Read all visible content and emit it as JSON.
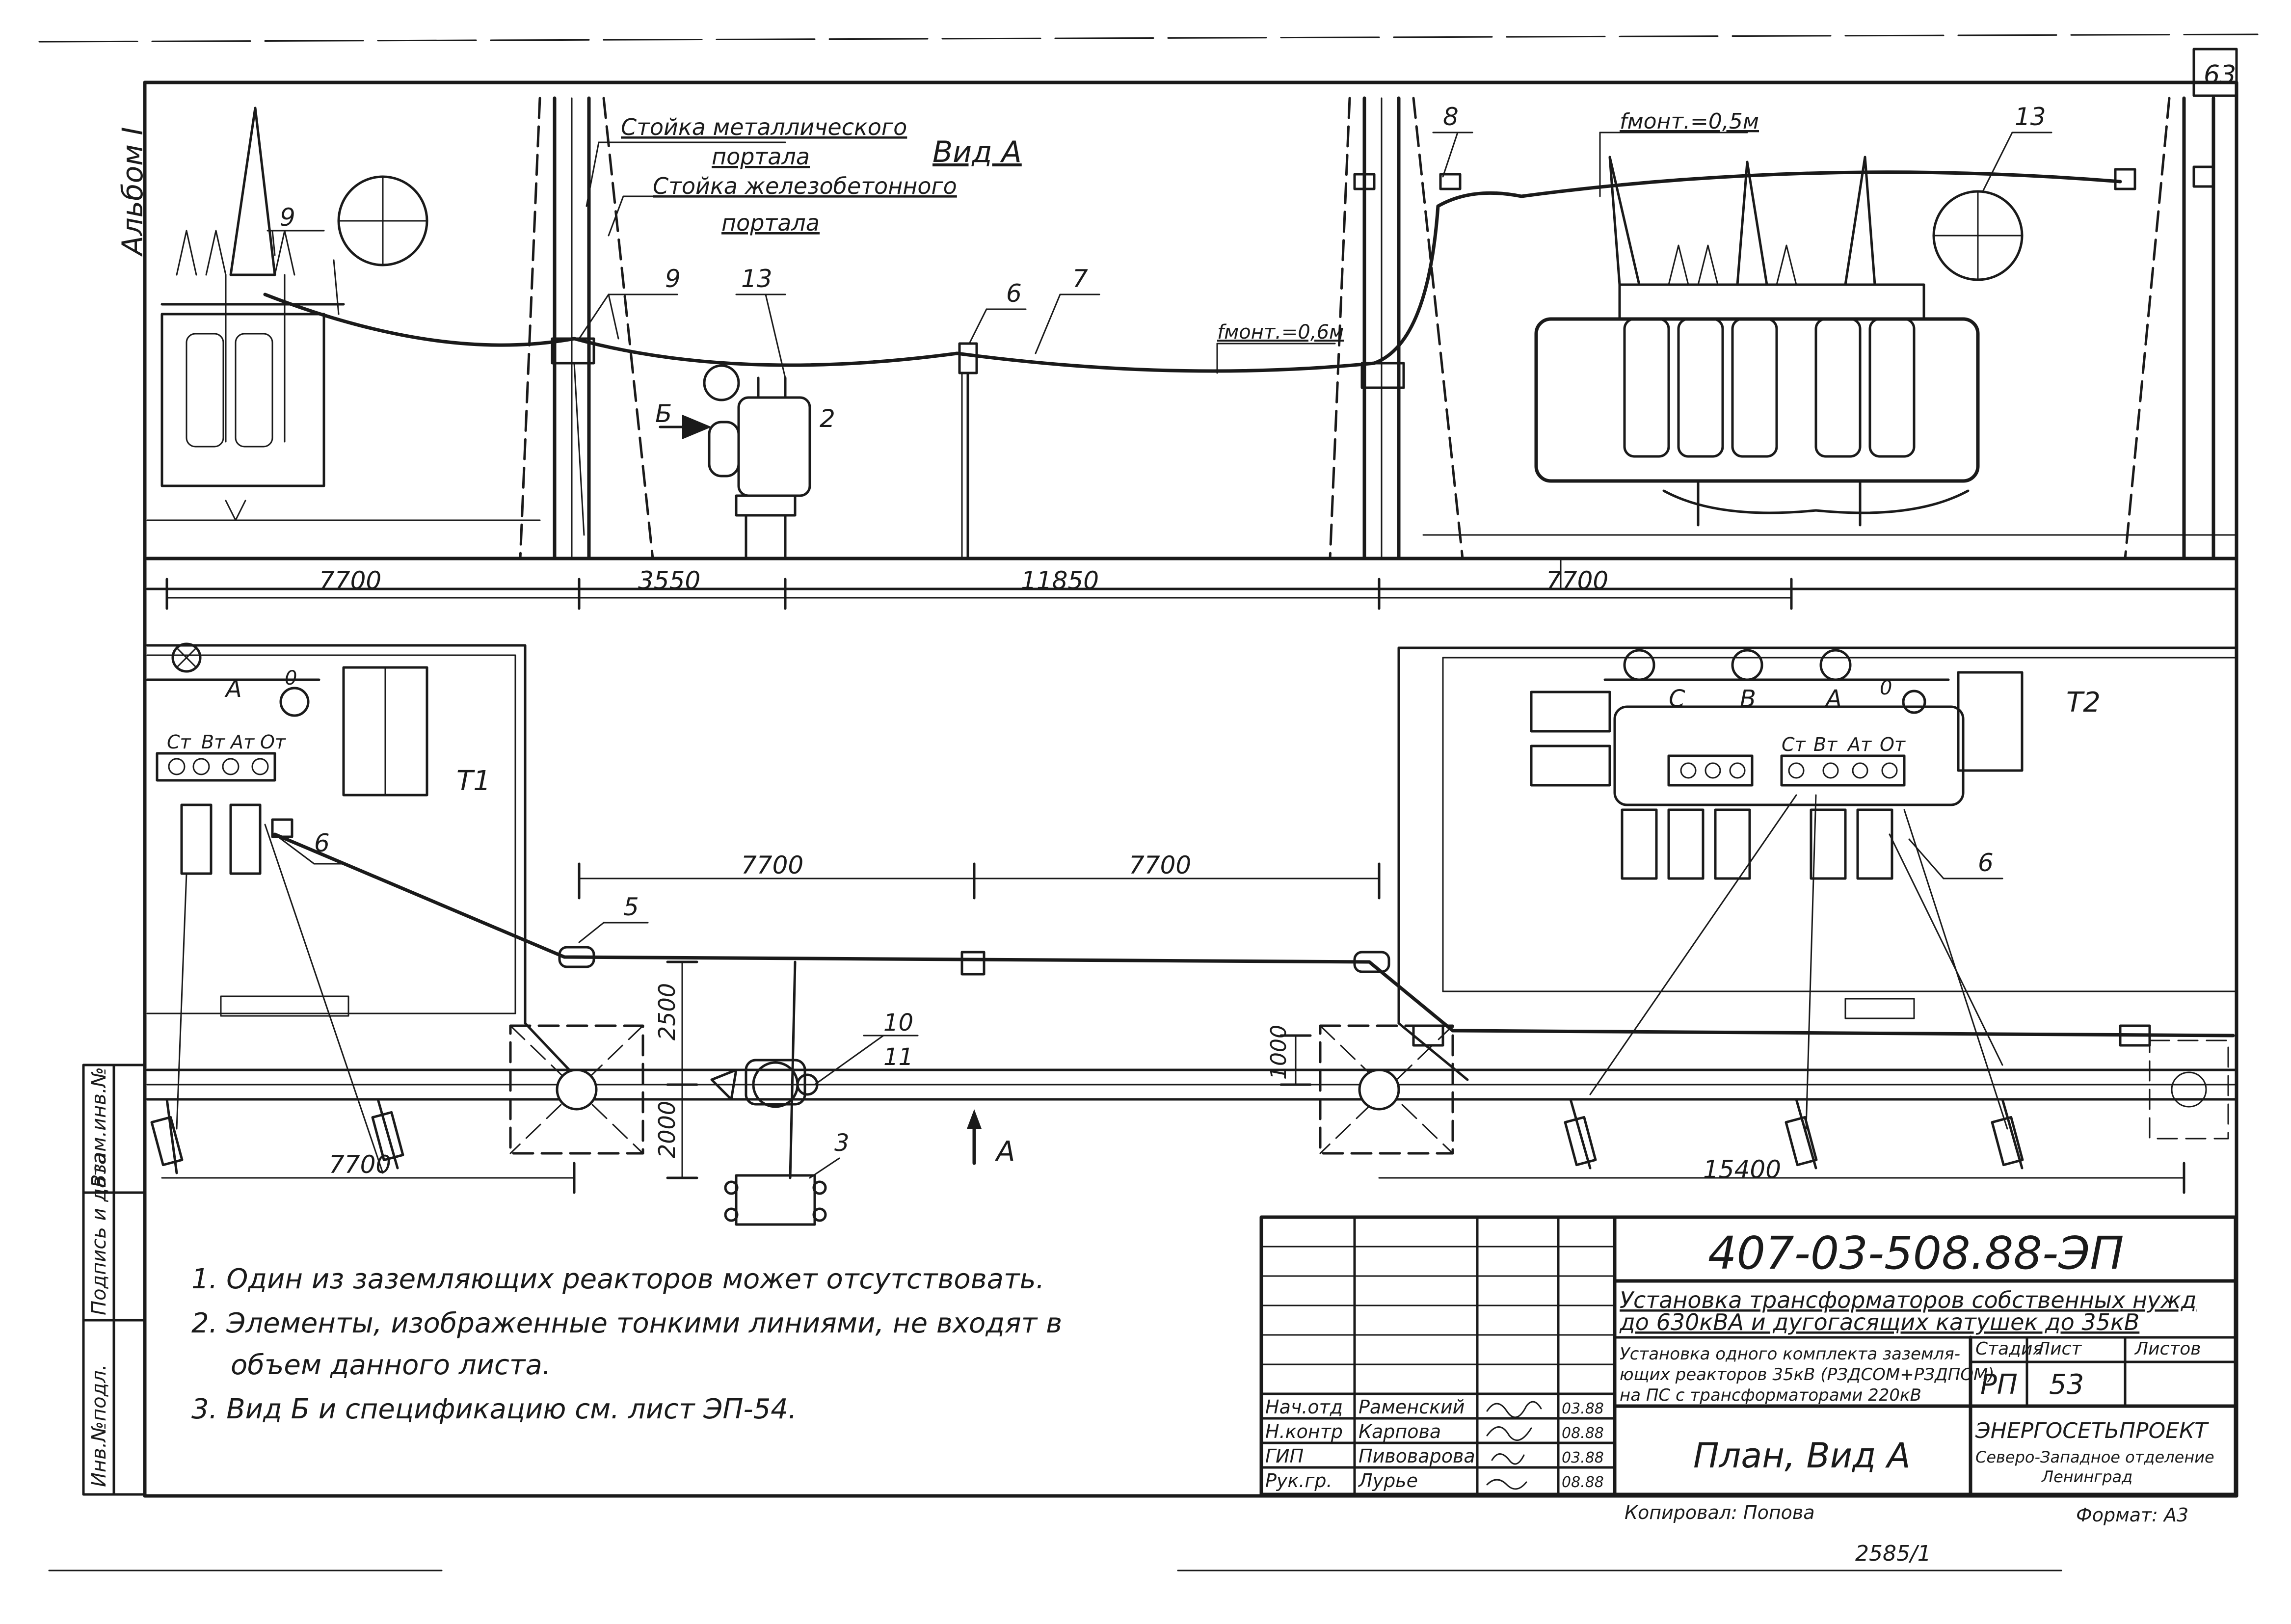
{
  "sheet_number": "63",
  "album_label": "Альбом I",
  "view_a": {
    "title": "Вид А",
    "metal_portal_label_1": "Стойка металлического",
    "metal_portal_label_2": "портала",
    "concrete_portal_label_1": "Стойка железобетонного",
    "concrete_portal_label_2": "портала",
    "sag_right": "fмонт.=0,5м",
    "sag_left": "fмонт.=0,6м",
    "callouts": [
      "9",
      "9",
      "13",
      "6",
      "7",
      "8",
      "13",
      "2"
    ],
    "arrow_b": "Б",
    "dims": [
      "7700",
      "3550",
      "11850",
      "7700"
    ]
  },
  "plan": {
    "t1_label": "Т1",
    "t2_label": "Т2",
    "phase_labels_t1": [
      "Ст",
      "Вт",
      "Ат",
      "От"
    ],
    "phase_labels_t2": [
      "Ст",
      "Вт",
      "Ат",
      "От"
    ],
    "bushings_t1": [
      "А",
      "0"
    ],
    "bushings_t2": [
      "С",
      "В",
      "А",
      "0"
    ],
    "callouts": [
      "6",
      "5",
      "10",
      "11",
      "3",
      "6"
    ],
    "dims_top": [
      "7700",
      "7700"
    ],
    "dims_vertical": [
      "2500",
      "2000",
      "1000"
    ],
    "dims_bottom": [
      "7700",
      "15400"
    ],
    "view_arrow": "А"
  },
  "notes": [
    "1.  Один из заземляющих  реакторов может отсутствовать.",
    "2.  Элементы, изображенные тонкими линиями, не входят в",
    "объем данного листа.",
    "3.  Вид Б и спецификацию см. лист ЭП-54."
  ],
  "side_stamp": [
    "Инв.№подл.",
    "Подпись и дата",
    "Взам.инв.№"
  ],
  "title_block": {
    "doc_code": "407-03-508.88-ЭП",
    "project_title_1": "Установка трансформаторов собственных нужд",
    "project_title_2": "до 630кВА и дугогасящих катушек до 35кВ",
    "sheet_desc_1": "Установка одного комплекта заземля-",
    "sheet_desc_2": "ющих реакторов 35кВ (РЗДСОМ+РЗДПОМ)",
    "sheet_desc_3": "на ПС с трансформаторами 220кВ",
    "stage_header": "Стадия",
    "sheet_header": "Лист",
    "sheets_header": "Листов",
    "stage": "РП",
    "sheet": "53",
    "drawing_name": "План, Вид А",
    "org_1": "ЭНЕРГОСЕТЬПРОЕКТ",
    "org_2": "Северо-Западное отделение",
    "org_3": "Ленинград",
    "staff": [
      {
        "role": "Нач.отд",
        "name": "Раменский",
        "date": "03.88"
      },
      {
        "role": "Н.контр",
        "name": "Карпова",
        "date": "08.88"
      },
      {
        "role": "ГИП",
        "name": "Пивоварова",
        "date": "03.88"
      },
      {
        "role": "Рук.гр.",
        "name": "Лурье",
        "date": "08.88"
      }
    ],
    "copied_by": "Копировал: Попова",
    "format": "Формат: А3"
  },
  "bottom_number": "2585/1"
}
